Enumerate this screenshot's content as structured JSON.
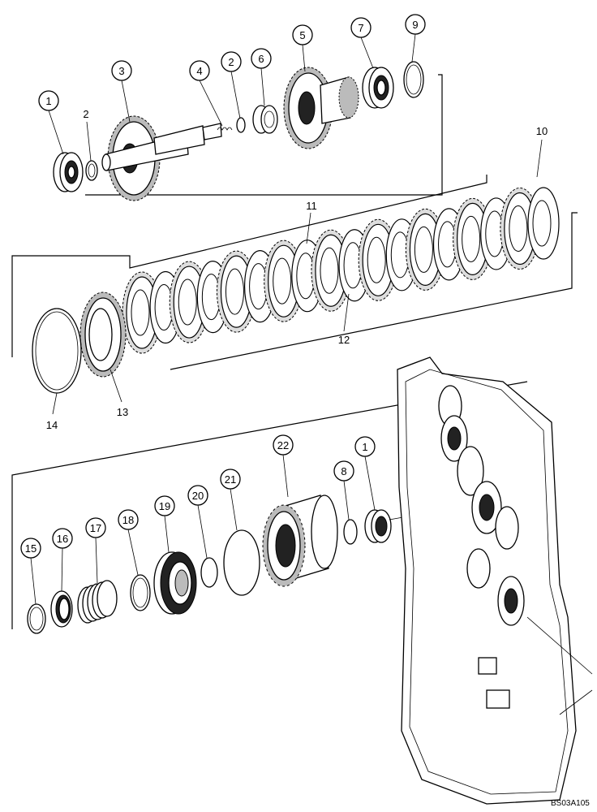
{
  "callouts": [
    {
      "id": "c1a",
      "label": "1",
      "circled": true
    },
    {
      "id": "c2a",
      "label": "2",
      "circled": false
    },
    {
      "id": "c3",
      "label": "3",
      "circled": true
    },
    {
      "id": "c4",
      "label": "4",
      "circled": true
    },
    {
      "id": "c2b",
      "label": "2",
      "circled": true
    },
    {
      "id": "c6",
      "label": "6",
      "circled": true
    },
    {
      "id": "c5",
      "label": "5",
      "circled": true
    },
    {
      "id": "c7",
      "label": "7",
      "circled": true
    },
    {
      "id": "c9",
      "label": "9",
      "circled": true
    },
    {
      "id": "c10",
      "label": "10",
      "circled": false
    },
    {
      "id": "c11",
      "label": "11",
      "circled": false
    },
    {
      "id": "c12",
      "label": "12",
      "circled": false
    },
    {
      "id": "c13",
      "label": "13",
      "circled": false
    },
    {
      "id": "c14",
      "label": "14",
      "circled": false
    },
    {
      "id": "c15",
      "label": "15",
      "circled": true
    },
    {
      "id": "c16",
      "label": "16",
      "circled": true
    },
    {
      "id": "c17",
      "label": "17",
      "circled": true
    },
    {
      "id": "c18",
      "label": "18",
      "circled": true
    },
    {
      "id": "c19",
      "label": "19",
      "circled": true
    },
    {
      "id": "c20",
      "label": "20",
      "circled": true
    },
    {
      "id": "c21",
      "label": "21",
      "circled": true
    },
    {
      "id": "c22",
      "label": "22",
      "circled": true
    },
    {
      "id": "c8",
      "label": "8",
      "circled": true
    },
    {
      "id": "c1b",
      "label": "1",
      "circled": true
    }
  ],
  "drawing_code": "BS03A105"
}
